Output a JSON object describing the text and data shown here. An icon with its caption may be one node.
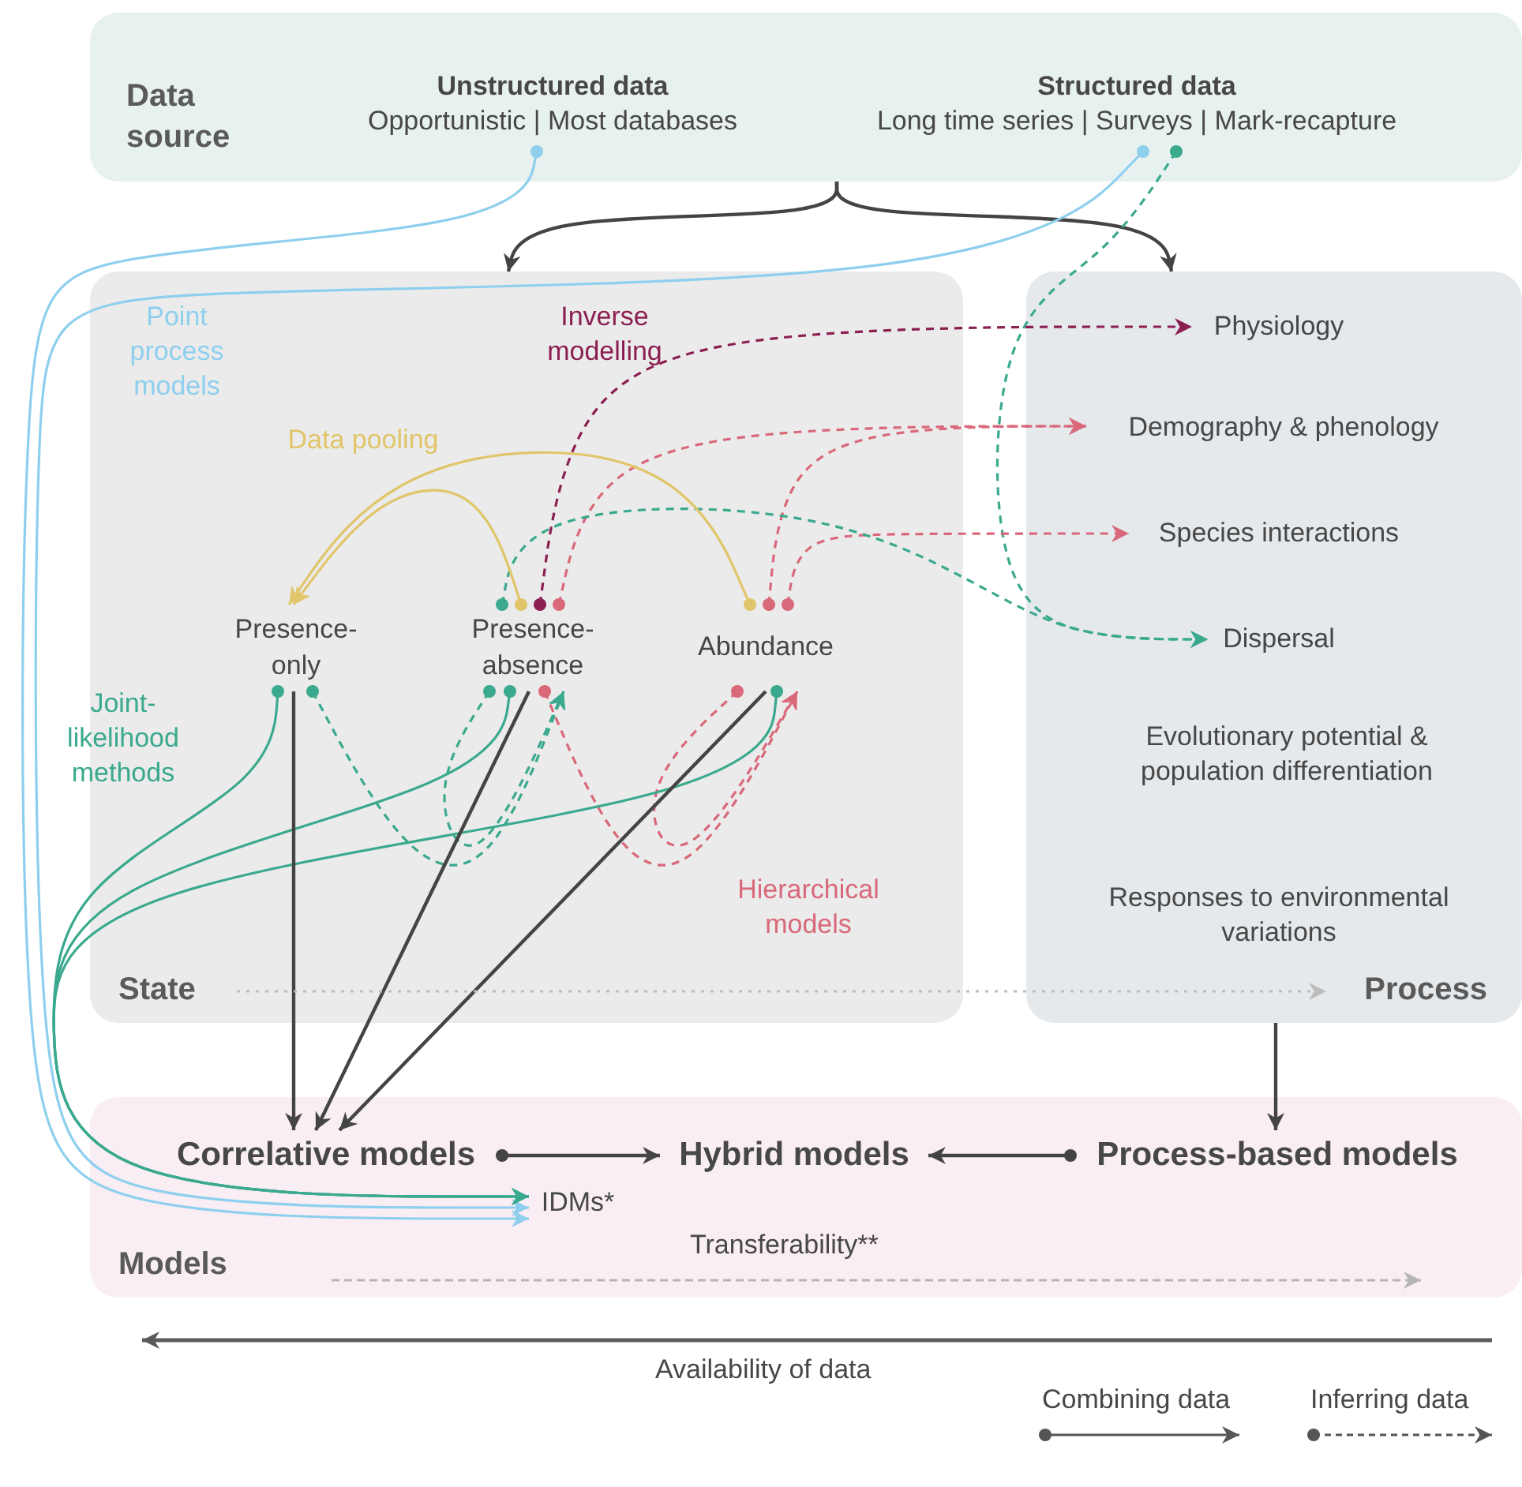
{
  "diagram": {
    "nodes": [
      {
        "text": [
          "Data source"
        ]
      },
      {
        "text": [
          "Unstructured data",
          "Opportunistic | Most databases"
        ],
        "in": 0
      },
      {
        "text": [
          "Structured data",
          "Long time series | Surveys | Mark-recapture"
        ],
        "in": 0
      },
      {
        "text": [
          "State"
        ]
      },
      {
        "text": [
          "Process"
        ]
      },
      {
        "text": [
          "Presence-only"
        ],
        "in": 3
      },
      {
        "text": [
          "Presence-absence"
        ],
        "in": 3
      },
      {
        "text": [
          "Abundance"
        ],
        "in": 3
      },
      {
        "text": [
          "Physiology"
        ],
        "in": 4
      },
      {
        "text": [
          "Demography & phenology"
        ],
        "in": 4
      },
      {
        "text": [
          "Species interactions"
        ],
        "in": 4
      },
      {
        "text": [
          "Dispersal"
        ],
        "in": 4
      },
      {
        "text": [
          "Evolutionary potential & population differentiation"
        ],
        "in": 4
      },
      {
        "text": [
          "Responses to environmental variations"
        ],
        "in": 4
      },
      {
        "text": [
          "Models"
        ]
      },
      {
        "text": [
          "Correlative models"
        ],
        "in": 14
      },
      {
        "text": [
          "Hybrid models"
        ],
        "in": 14
      },
      {
        "text": [
          "Process-based models"
        ],
        "in": 14
      },
      {
        "text": [
          "IDMs*"
        ],
        "in": 14
      }
    ],
    "edges": [
      {
        "from": 0,
        "to": 3,
        "arrow": "to"
      },
      {
        "from": 0,
        "to": 4,
        "arrow": "to"
      },
      {
        "from": 1,
        "to": 18,
        "arrow": "to",
        "color": "#8ecfee"
      },
      {
        "from": 2,
        "to": 18,
        "arrow": "to",
        "color": "#8ecfee",
        "label": "Point process models"
      },
      {
        "from": 2,
        "to": 11,
        "arrow": "to",
        "style": "dashed",
        "color": "#3aa98e"
      },
      {
        "from": 6,
        "to": 8,
        "arrow": "to",
        "style": "dashed",
        "color": "#8b1f52",
        "label": "Inverse modelling"
      },
      {
        "from": 6,
        "to": 9,
        "arrow": "to",
        "style": "dashed",
        "color": "#d9687a"
      },
      {
        "from": 7,
        "to": 9,
        "arrow": "to",
        "style": "dashed",
        "color": "#d9687a"
      },
      {
        "from": 7,
        "to": 10,
        "arrow": "to",
        "style": "dashed",
        "color": "#d9687a"
      },
      {
        "from": 6,
        "to": 11,
        "arrow": "to",
        "style": "dashed",
        "color": "#3aa98e"
      },
      {
        "from": 6,
        "to": 5,
        "arrow": "to",
        "color": "#e0c56a",
        "label": "Data pooling"
      },
      {
        "from": 7,
        "to": 5,
        "arrow": "to",
        "color": "#e0c56a"
      },
      {
        "from": 5,
        "to": 6,
        "arrow": "to",
        "style": "dashed",
        "color": "#3aa98e"
      },
      {
        "from": 6,
        "to": 6,
        "arrow": "to",
        "style": "dashed",
        "color": "#3aa98e"
      },
      {
        "from": 6,
        "to": 7,
        "arrow": "to",
        "style": "dashed",
        "color": "#d9687a"
      },
      {
        "from": 7,
        "to": 7,
        "arrow": "to",
        "style": "dashed",
        "color": "#d9687a",
        "label": "Hierarchical models"
      },
      {
        "from": 5,
        "to": 18,
        "arrow": "to",
        "color": "#3aa98e",
        "label": "Joint-likelihood methods"
      },
      {
        "from": 6,
        "to": 18,
        "arrow": "to",
        "color": "#3aa98e"
      },
      {
        "from": 7,
        "to": 18,
        "arrow": "to",
        "color": "#3aa98e"
      },
      {
        "from": 5,
        "to": 15,
        "arrow": "to"
      },
      {
        "from": 6,
        "to": 15,
        "arrow": "to"
      },
      {
        "from": 7,
        "to": 15,
        "arrow": "to"
      },
      {
        "from": 4,
        "to": 17,
        "arrow": "to"
      },
      {
        "from": 15,
        "to": 16,
        "arrow": "to"
      },
      {
        "from": 17,
        "to": 16,
        "arrow": "to"
      }
    ],
    "labels": [
      "Transferability**",
      "Availability of data"
    ],
    "legend": [
      {
        "text": "Combining data"
      },
      {
        "text": "Inferring data"
      }
    ]
  }
}
